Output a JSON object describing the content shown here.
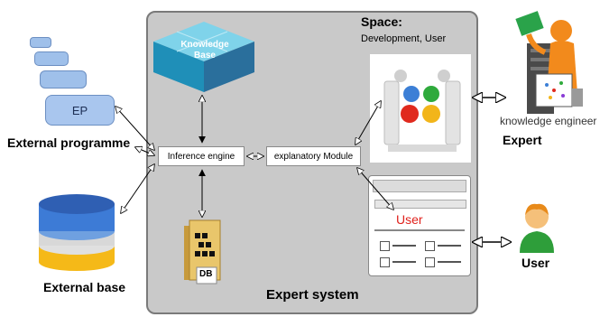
{
  "space": {
    "title": "Space:",
    "subtitle": "Development, User"
  },
  "knowledge_base": {
    "label": "Knowledge Base"
  },
  "inference_engine": {
    "label": "Inference engine"
  },
  "explanatory_module": {
    "label": "explanatory Module"
  },
  "database_icon": {
    "label": "DB"
  },
  "user_form": {
    "field_label": "User"
  },
  "expert_system": {
    "label": "Expert system"
  },
  "external_programme": {
    "badge": "EP",
    "label": "External programme"
  },
  "external_base": {
    "label": "External base"
  },
  "expert": {
    "caption": "knowledge engineer",
    "label": "Expert"
  },
  "user": {
    "label": "User"
  },
  "colors": {
    "system_fill": "#c9c9c9",
    "kb_teal": "#3fa9c9",
    "user_red": "#e0201b",
    "ep_blue": "#8fb3e0"
  }
}
